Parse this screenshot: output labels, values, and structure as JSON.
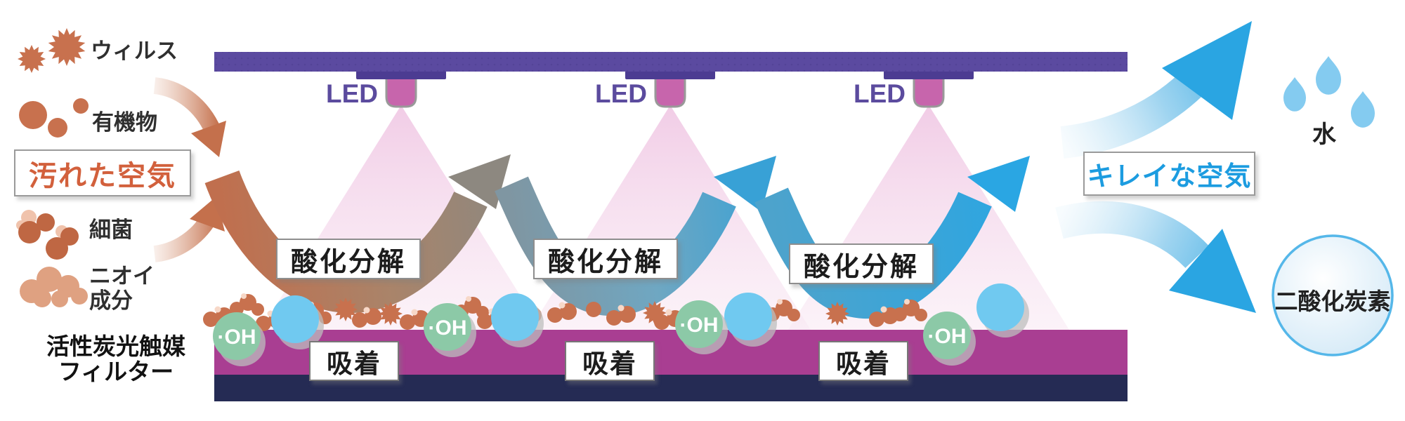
{
  "pollutants": {
    "virus_label": "ウィルス",
    "organic_label": "有機物",
    "bacteria_label": "細菌",
    "odor_label_line1": "ニオイ",
    "odor_label_line2": "成分"
  },
  "dirty_air_label": "汚れた空気",
  "filter_label": {
    "line1": "活性炭光触媒",
    "line2": "フィルター"
  },
  "device": {
    "led_label": "LED",
    "led_count": 3,
    "oxidation_label": "酸化分解",
    "adsorption_label": "吸着",
    "oh_label": "·OH",
    "oh_count": 4
  },
  "outputs": {
    "clean_air_label": "キレイな空気",
    "water_label": "水",
    "co2_label": "二酸化炭素"
  },
  "colors": {
    "top_bar": "#5b4aa0",
    "led_mount": "#4c3c92",
    "led_bulb": "#c765ac",
    "led_text": "#5b4b9e",
    "cone_pink": "#eec0e0",
    "filter_magenta": "#a93e92",
    "filter_navy": "#252b54",
    "pollutant_orange": "#c8714e",
    "bacteria_dark": "#bf6743",
    "bacteria_highlight": "#f0c3ac",
    "odor_salmon": "#dfa181",
    "oh_green": "#8cc9a7",
    "molecule_blue": "#70c9f0",
    "arrow1_start": "#c06f4e",
    "arrow1_end": "#8d8880",
    "arrow2_start": "#7f96a2",
    "arrow2_end": "#38a1d6",
    "arrow3_start": "#4da3cc",
    "arrow3_end": "#2aa6e3",
    "output_blue": "#2aa5e2",
    "water_drop": "#84cbf0",
    "co2_ring": "#55b7e9",
    "dirty_text": "#d2603c",
    "clean_text": "#1c9ce0",
    "shadow_gray": "#bdbdbd"
  }
}
